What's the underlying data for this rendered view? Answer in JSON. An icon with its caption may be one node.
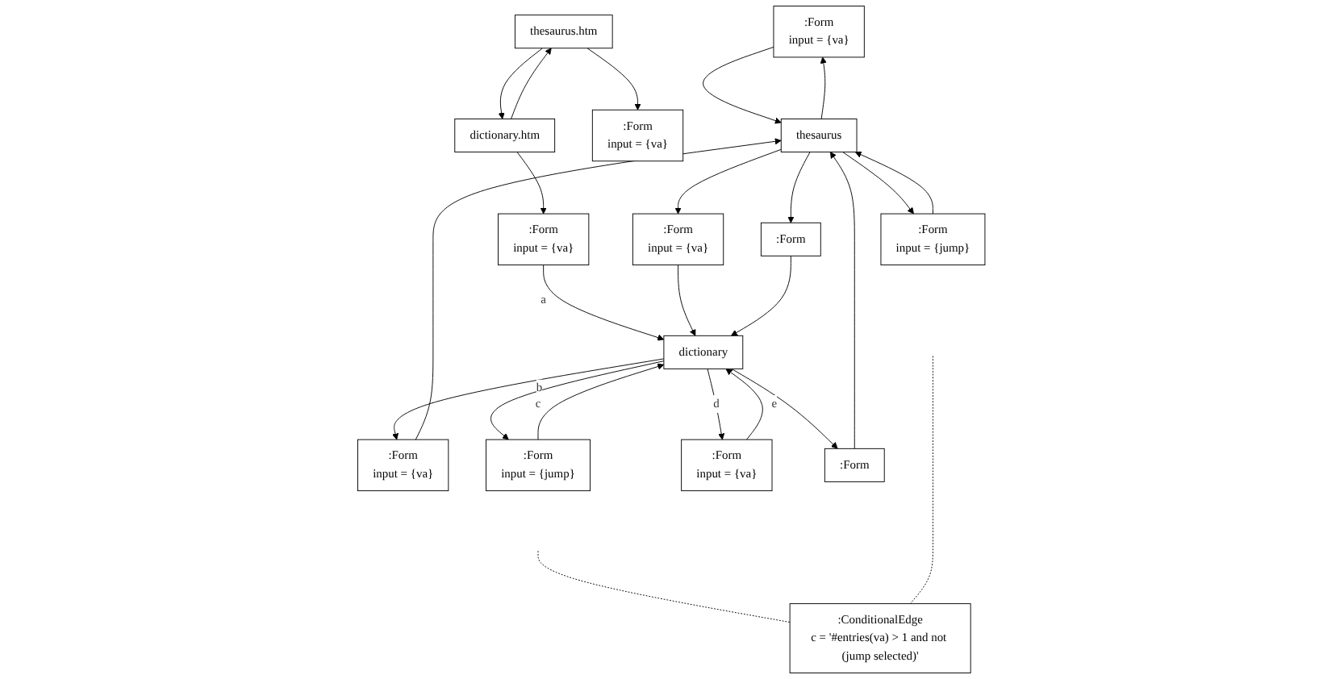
{
  "diagram": {
    "nodes": [
      {
        "text": [
          "dictionary.htm"
        ]
      },
      {
        "text": [
          "thesaurus.htm"
        ]
      },
      {
        "text": [
          ":Form",
          "input = {va}"
        ]
      },
      {
        "text": [
          ":Form",
          "input = {va}"
        ]
      },
      {
        "text": [
          ":Form",
          "input = {va}"
        ]
      },
      {
        "text": [
          "dictionary"
        ]
      },
      {
        "text": [
          ":Form"
        ]
      },
      {
        "text": [
          "thesaurus"
        ]
      },
      {
        "text": [
          ":Form"
        ]
      },
      {
        "text": [
          ":Form",
          "input = {va}"
        ]
      },
      {
        "text": [
          ":Form",
          "input = {jump}"
        ]
      },
      {
        "text": [
          ":Form",
          "input = {va}"
        ]
      },
      {
        "text": [
          ":Form",
          "input = {jump}"
        ]
      },
      {
        "text": [
          ":Form",
          "input = {va}"
        ]
      },
      {
        "text": [
          ":ConditionalEdge",
          "c = '#entries(va) > 1 and not (jump selected)'"
        ]
      }
    ],
    "edges": [
      {
        "from": 0,
        "to": 1,
        "arrow": "to"
      },
      {
        "from": 1,
        "to": 0,
        "arrow": "to"
      },
      {
        "from": 0,
        "to": 2,
        "arrow": "to"
      },
      {
        "from": 1,
        "to": 4,
        "arrow": "to"
      },
      {
        "from": 2,
        "to": 5,
        "arrow": "to",
        "label": "a"
      },
      {
        "from": 3,
        "to": 5,
        "arrow": "to"
      },
      {
        "from": 7,
        "to": 3,
        "arrow": "to"
      },
      {
        "from": 7,
        "to": 6,
        "arrow": "to"
      },
      {
        "from": 6,
        "to": 5,
        "arrow": "to"
      },
      {
        "from": 5,
        "to": 8,
        "arrow": "to"
      },
      {
        "from": 8,
        "to": 7,
        "arrow": "to"
      },
      {
        "from": 5,
        "to": 11,
        "arrow": "to"
      },
      {
        "from": 11,
        "to": 7,
        "arrow": "to"
      },
      {
        "from": 5,
        "to": 9,
        "arrow": "to",
        "label": "d"
      },
      {
        "from": 5,
        "to": 10,
        "arrow": "to",
        "label": "b"
      },
      {
        "from": 9,
        "to": 5,
        "arrow": "to",
        "label": "e"
      },
      {
        "from": 10,
        "to": 5,
        "arrow": "to",
        "label": "c"
      },
      {
        "from": 7,
        "to": 12,
        "arrow": "to"
      },
      {
        "from": 7,
        "to": 13,
        "arrow": "to"
      },
      {
        "from": 13,
        "to": 7,
        "arrow": "to"
      },
      {
        "from": 12,
        "to": 7,
        "arrow": "to"
      },
      {
        "from": 14,
        "to": null,
        "arrow": "none",
        "style": "dashed"
      },
      {
        "from": 14,
        "to": null,
        "arrow": "none",
        "style": "dashed"
      }
    ]
  }
}
